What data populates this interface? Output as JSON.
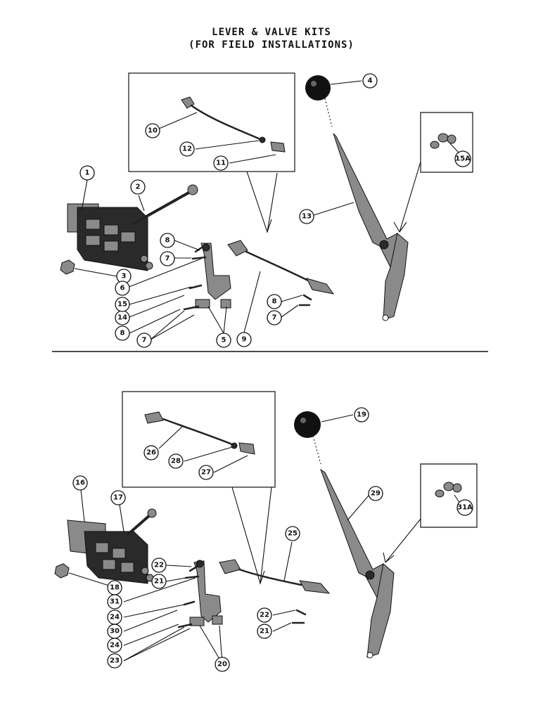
{
  "title": {
    "line1": "LEVER & VALVE KITS",
    "line2": "(FOR FIELD INSTALLATIONS)"
  },
  "callouts": {
    "c1": "1",
    "c2": "2",
    "c3": "3",
    "c4": "4",
    "c5": "5",
    "c6": "6",
    "c7a": "7",
    "c7b": "7",
    "c7c": "7",
    "c8a": "8",
    "c8b": "8",
    "c8c": "8",
    "c9": "9",
    "c10": "10",
    "c11": "11",
    "c12": "12",
    "c13": "13",
    "c14": "14",
    "c15": "15",
    "c15a": "15A",
    "c16": "16",
    "c17": "17",
    "c18": "18",
    "c19": "19",
    "c20": "20",
    "c21a": "21",
    "c21b": "21",
    "c22a": "22",
    "c22b": "22",
    "c23": "23",
    "c24a": "24",
    "c24b": "24",
    "c25": "25",
    "c26": "26",
    "c27": "27",
    "c28": "28",
    "c29": "29",
    "c30": "30",
    "c31": "31",
    "c31a": "31A"
  }
}
